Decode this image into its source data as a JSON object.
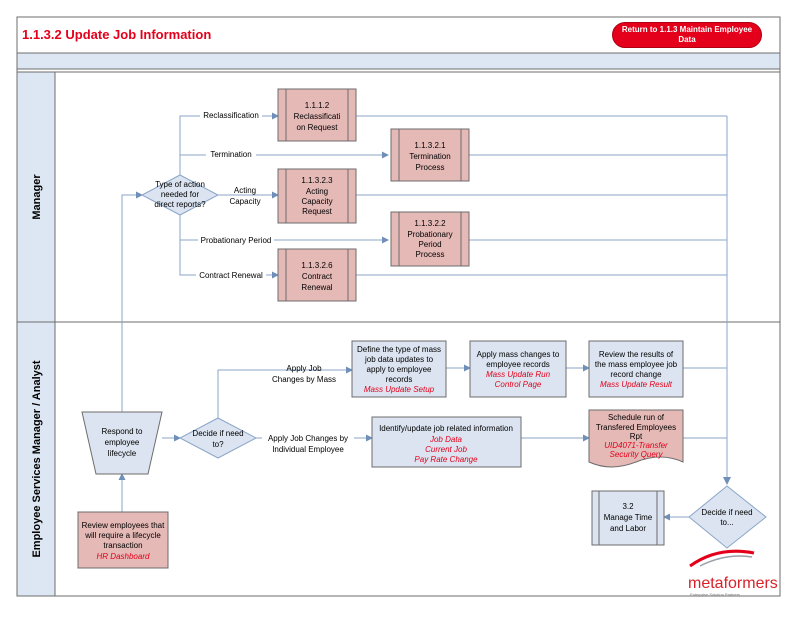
{
  "header": {
    "title": "1.1.3.2 Update Job Information",
    "return_button": [
      "Return to 1.1.3 Maintain Employee",
      "Data"
    ]
  },
  "lanes": {
    "manager": "Manager",
    "analyst": "Employee Services Manager / Analyst"
  },
  "manager_lane": {
    "decision": [
      "Type of action",
      "needed for",
      "direct reports?"
    ],
    "branch_labels": {
      "reclassification": "Reclassification",
      "termination": "Termination",
      "acting": [
        "Acting",
        "Capacity"
      ],
      "probationary": "Probationary Period",
      "contract": "Contract Renewal"
    },
    "processes": {
      "reclass": [
        "1.1.1.2",
        "Reclassificati",
        "on Request"
      ],
      "termination": [
        "1.1.3.2.1",
        "Termination",
        "Process"
      ],
      "acting": [
        "1.1.3.2.3",
        "Acting",
        "Capacity",
        "Request"
      ],
      "probation": [
        "1.1.3.2.2",
        "Probationary",
        "Period",
        "Process"
      ],
      "contract": [
        "1.1.3.2.6",
        "Contract",
        "Renewal"
      ]
    }
  },
  "analyst_lane": {
    "review_box": {
      "lines": [
        "Review employees that",
        "will require a lifecycle",
        "transaction"
      ],
      "link": "HR Dashboard"
    },
    "respond": [
      "Respond to",
      "employee",
      "lifecycle"
    ],
    "decide_left": [
      "Decide if need",
      "to?"
    ],
    "label_mass": [
      "Apply Job",
      "Changes by Mass"
    ],
    "label_individual": [
      "Apply Job Changes by",
      "Individual Employee"
    ],
    "define_mass": {
      "lines": [
        "Define the type of mass",
        "job data updates to",
        "apply to employee",
        "records"
      ],
      "link": "Mass Update Setup"
    },
    "apply_mass": {
      "lines": [
        "Apply mass changes to",
        "employee records"
      ],
      "links": [
        "Mass Update Run",
        "Control Page"
      ]
    },
    "review_results": {
      "lines": [
        "Review the results of",
        "the mass employee job",
        "record change"
      ],
      "link": "Mass Update Result"
    },
    "identify": {
      "lines": [
        "Identify/update job related information"
      ],
      "links": [
        "Job Data",
        "Current Job",
        "Pay Rate Change"
      ]
    },
    "schedule_report": {
      "lines": [
        "Schedule run of",
        "Transfered Employees",
        "Rpt"
      ],
      "links": [
        "UID4071-Transfer",
        "Security Query"
      ]
    },
    "manage_time": [
      "3.2",
      "Manage Time",
      "and Labor"
    ],
    "decide_right": [
      "Decide if need",
      "to..."
    ]
  },
  "logo": {
    "name": "metaformers",
    "tagline": "Enterprise Solution Partners"
  },
  "colors": {
    "accent": "#e4001b",
    "process_fill": "#e4b9b6",
    "task_fill": "#dbe4f0",
    "line": "#8aa6c8"
  }
}
